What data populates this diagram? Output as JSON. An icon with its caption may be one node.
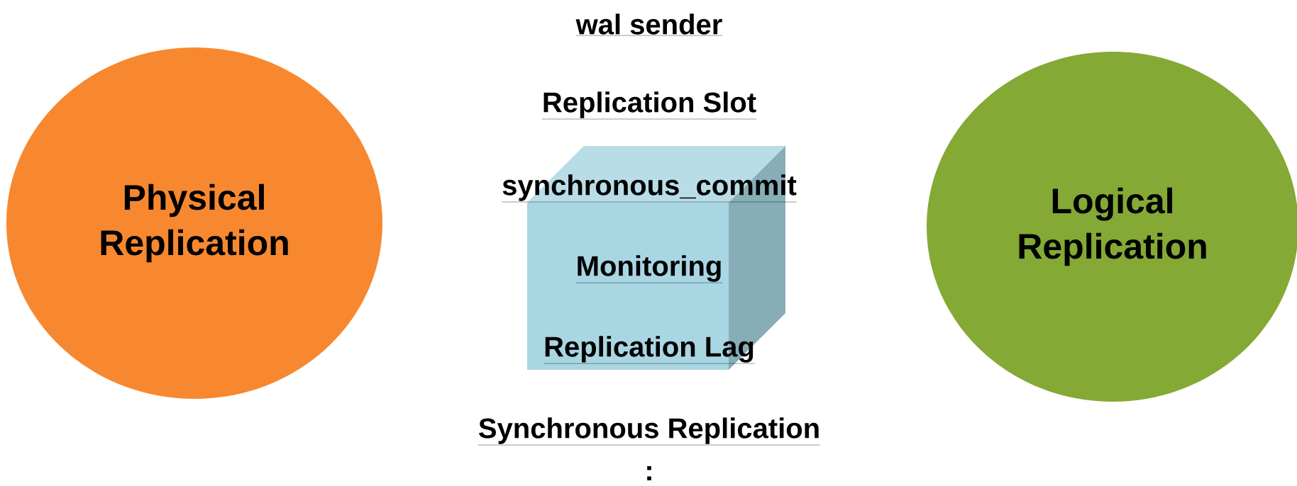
{
  "diagram": {
    "nodes": [
      {
        "text": [
          "Physical Replication"
        ]
      },
      {
        "text": [
          "Logical Replication"
        ]
      }
    ],
    "labels": [
      "wal sender",
      "Replication Slot",
      "synchronous_commit",
      "Monitoring",
      "Replication Lag",
      "Synchronous Replication",
      ":"
    ]
  }
}
